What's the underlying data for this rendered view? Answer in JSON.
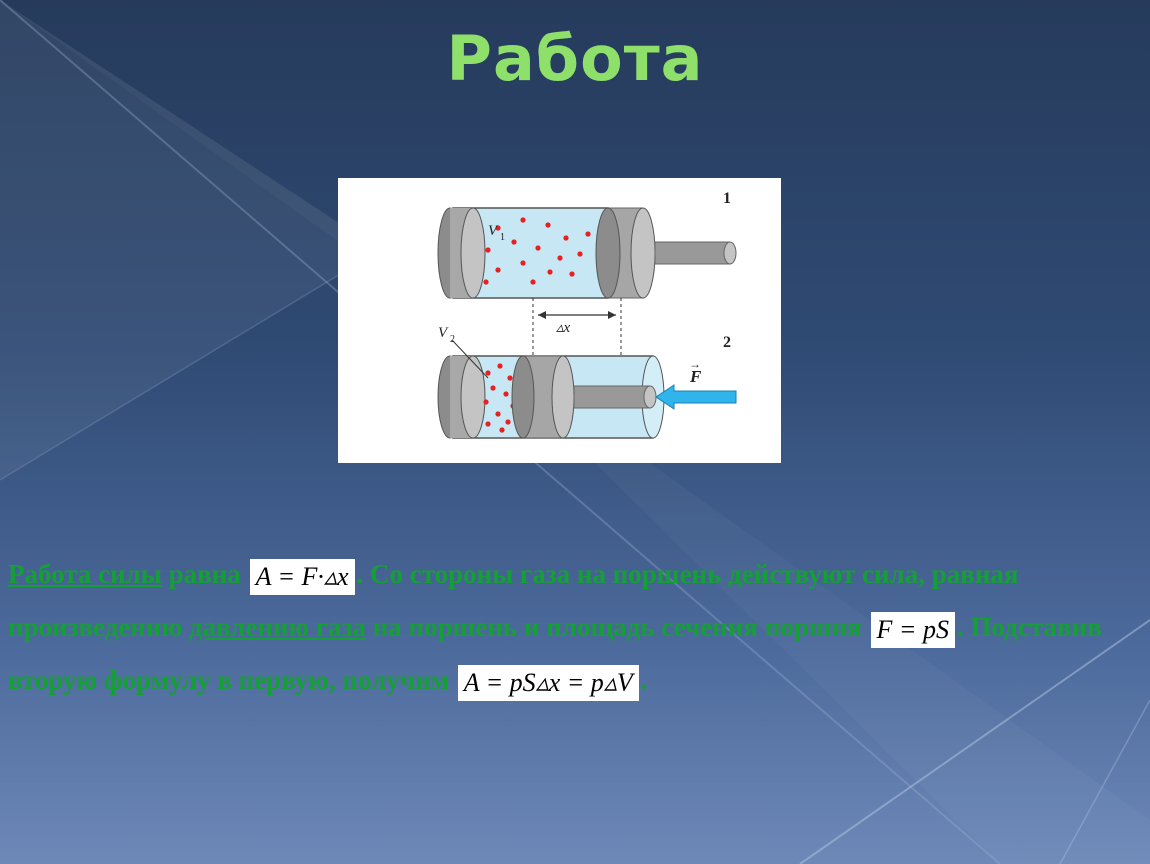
{
  "slide": {
    "title": "Работа",
    "colors": {
      "title": "#8fe06a",
      "text": "#14a035"
    }
  },
  "figure": {
    "label_1": "1",
    "label_2": "2",
    "v1": "V",
    "v1_sub": "1",
    "v2": "V",
    "v2_sub": "2",
    "dx": "▵x",
    "force": "F",
    "force_arrow": "→"
  },
  "text": {
    "p1": "Работа силы",
    "p2": " равна ",
    "f1": "A = F·▵x",
    "p3": ". Со стороны газа на поршень действуют сила, равная произведению ",
    "p4": "давлению газа",
    "p5": " на поршень и площадь сечения поршня ",
    "f2": "F = pS",
    "p6": ". Подставив вторую формулу в первую, получим ",
    "f3": "A = pS▵x = p▵V",
    "p7": "."
  }
}
